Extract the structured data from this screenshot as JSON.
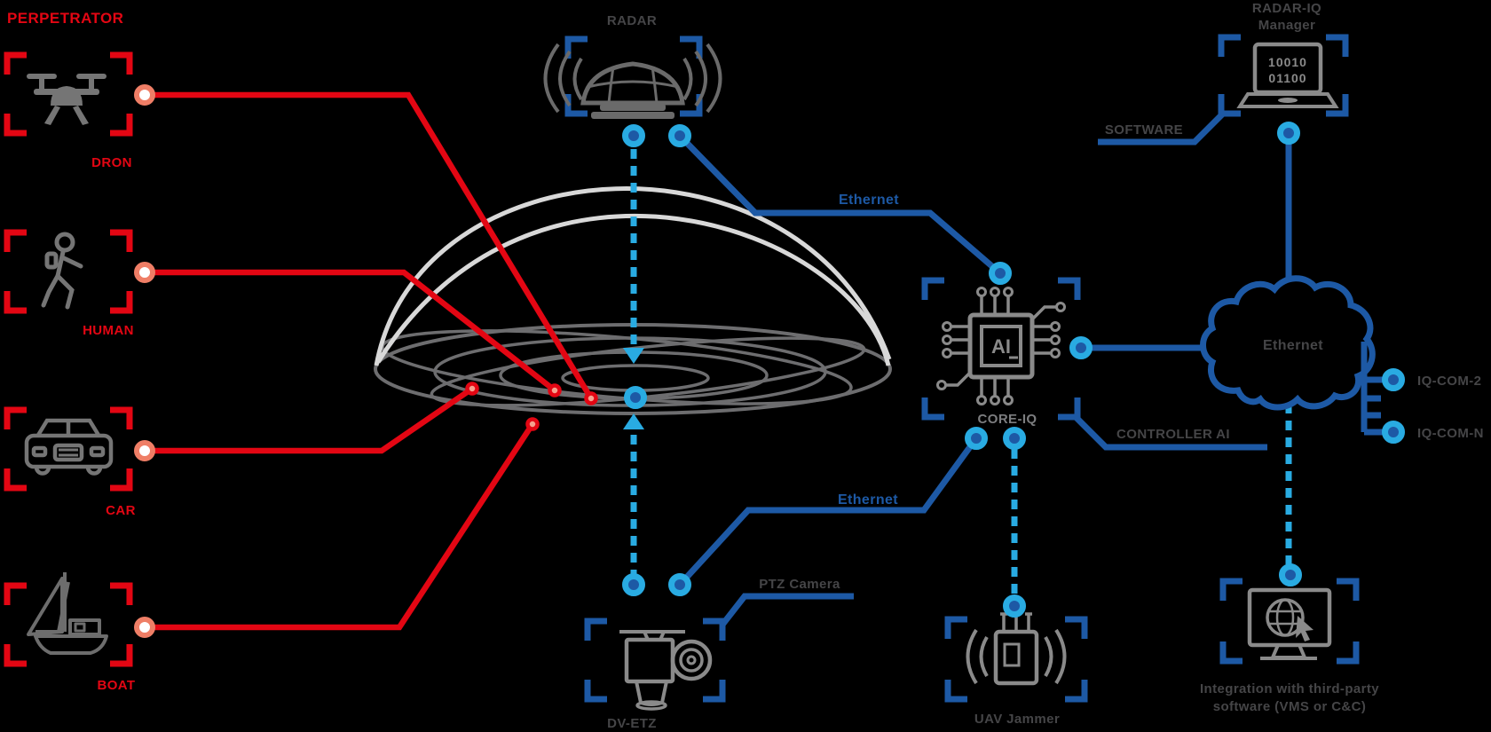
{
  "perpetrator": {
    "title": "PERPETRATOR",
    "items": [
      {
        "label": "DRON"
      },
      {
        "label": "HUMAN"
      },
      {
        "label": "CAR"
      },
      {
        "label": "BOAT"
      }
    ]
  },
  "radar": {
    "label": "RADAR"
  },
  "links": {
    "ethernet_radar": "Ethernet",
    "ethernet_ptz": "Ethernet"
  },
  "core": {
    "label": "CORE-IQ",
    "chip_text": "AI",
    "callout": "CONTROLLER AI"
  },
  "ptz": {
    "callout": "PTZ Camera",
    "label": "DV-ETZ"
  },
  "jammer": {
    "label": "UAV Jammer"
  },
  "manager": {
    "label_line1": "RADAR-IQ",
    "label_line2": "Manager",
    "screen_line1": "10010",
    "screen_line2": "01100",
    "callout": "SOFTWARE"
  },
  "cloud": {
    "label": "Ethernet"
  },
  "endpoints": {
    "com2": "IQ-COM-2",
    "comn": "IQ-COM-N"
  },
  "integration": {
    "line1": "Integration with third-party",
    "line2": "software (VMS or C&C)"
  },
  "colors": {
    "red": "#e30613",
    "salmon": "#ef7e66",
    "dark_blue": "#1d59a5",
    "cyan": "#29abe2",
    "icon_gray": "#8a8a8a",
    "label_gray": "#454547",
    "dome_light_gray": "#d8d8d8",
    "dome_dark_gray": "#6d6d6f",
    "background": "#000000"
  }
}
